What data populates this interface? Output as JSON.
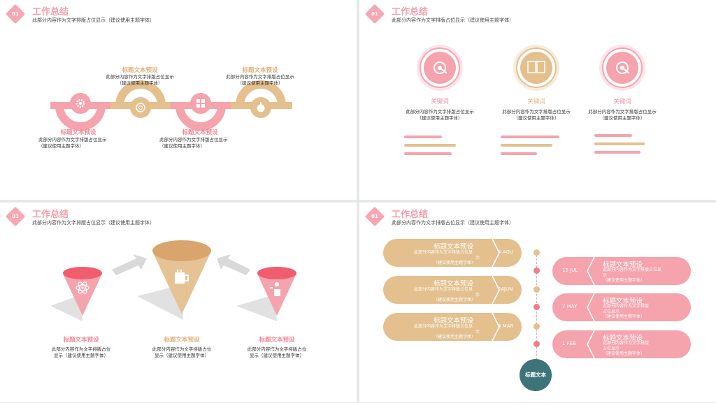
{
  "common": {
    "badge": "01",
    "title": "工作总结",
    "subtitle": "此部分内容作为文字排版占位显示（建议使用主题字体）"
  },
  "slide1": {
    "items": [
      {
        "label": "标题文本预设",
        "body1": "此部分内容作为文字排版占位显示",
        "body2": "（建议使用主题字体）"
      },
      {
        "label": "标题文本预设",
        "body1": "此部分内容作为文字排版占位显示",
        "body2": "（建议使用主题字体）"
      },
      {
        "label": "标题文本预设",
        "body1": "此部分内容作为文字排版占位显示",
        "body2": "（建议使用主题字体）"
      },
      {
        "label": "标题文本预设",
        "body1": "此部分内容作为文字排版占位显示",
        "body2": "（建议使用主题字体）"
      }
    ],
    "icons": [
      "gear-icon",
      "aperture-icon",
      "windows-icon",
      "apple-icon"
    ]
  },
  "slide2": {
    "items": [
      {
        "label": "关键词",
        "body1": "此部分内容作为文字排版占位显示",
        "body2": "（建议使用主题字体）",
        "icon": "target-icon"
      },
      {
        "label": "关键词",
        "body1": "此部分内容作为文字排版占位显示",
        "body2": "（建议使用主题字体）",
        "icon": "book-icon"
      },
      {
        "label": "关键词",
        "body1": "此部分内容作为文字排版占位显示",
        "body2": "（建议使用主题字体）",
        "icon": "target-icon"
      }
    ]
  },
  "slide3": {
    "items": [
      {
        "label": "标题文本预设",
        "body1": "此部分内容作为文字排版占位",
        "body2": "显示（建议使用主题字体）",
        "icon": "atom-icon"
      },
      {
        "label": "标题文本预设",
        "body1": "此部分内容作为文字排版占位",
        "body2": "显示（建议使用主题字体）",
        "icon": "cup-icon"
      },
      {
        "label": "标题文本预设",
        "body1": "此部分内容作为文字排版占位",
        "body2": "显示（建议使用主题字体）",
        "icon": "speaker-icon"
      }
    ]
  },
  "slide4": {
    "left": [
      {
        "title": "标题文本预设",
        "b1": "此部分内容作为文字排版占位显",
        "b2": "示",
        "b3": "（建议使用主题字体）",
        "date": "4 AGU"
      },
      {
        "title": "标题文本预设",
        "b1": "此部分内容作为文字排版占位显",
        "b2": "示",
        "b3": "（建议使用主题字体）",
        "date": "24JUN"
      },
      {
        "title": "标题文本预设",
        "b1": "此部分内容作为文字排版占位显",
        "b2": "示",
        "b3": "（建议使用主题字体）",
        "date": "4 MAR"
      }
    ],
    "right": [
      {
        "title": "标题文本预设",
        "b1": "此部分内容作为文字排版占位显",
        "b2": "示",
        "b3": "（建议使用主题字体）",
        "date": "15 JUL"
      },
      {
        "title": "标题文本预设",
        "b1": "此部分内容作为文字排版",
        "b2": "占位显示",
        "b3": "（建议使用主题字体）",
        "date": "7 MAY"
      },
      {
        "title": "标题文本预设",
        "b1": "此部分内容作为文字排版",
        "b2": "占位显示",
        "b3": "（建议使用主题字体）",
        "date": "1 FEB"
      }
    ],
    "center_label": "标题文本"
  },
  "colors": {
    "pink": "#f5a3ad",
    "tan": "#e3c08e",
    "teal": "#3d7479",
    "title": "#f0a0aa"
  }
}
